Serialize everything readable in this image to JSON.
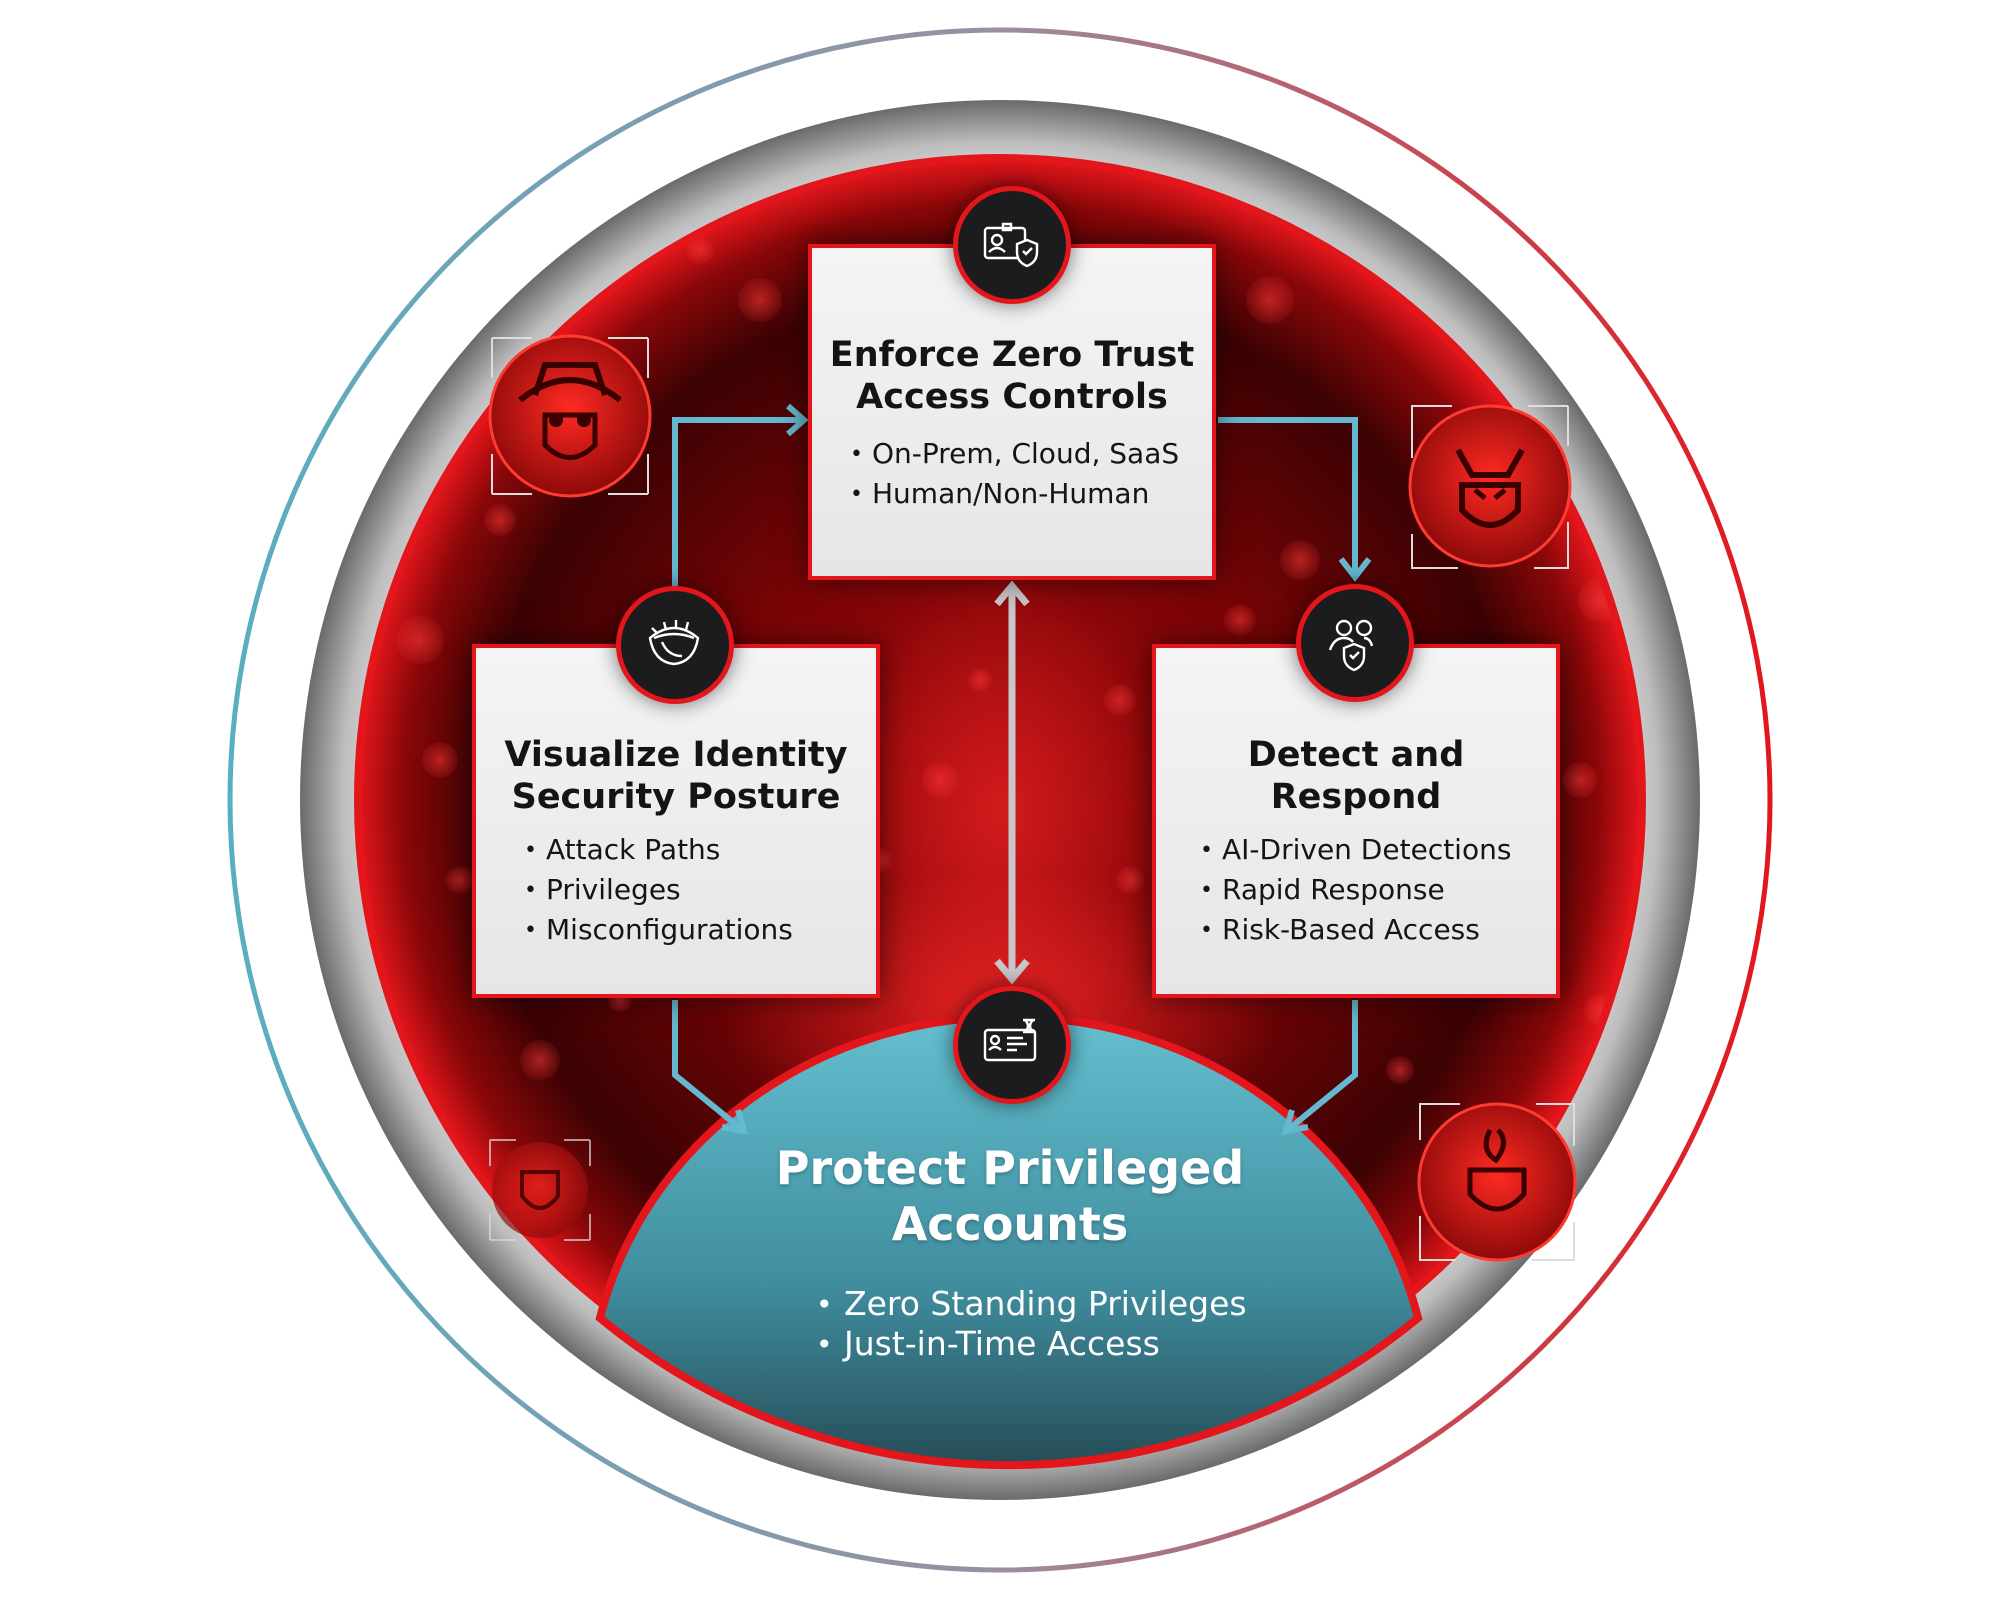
{
  "colors": {
    "accent_red": "#e3161b",
    "teal": "#5fb8c8",
    "dark_red": "#3a0303",
    "card_bg": "#ececed",
    "ring_teal": "#5aa9bf",
    "ring_red": "#e3161b"
  },
  "cards": {
    "top": {
      "title_lines": [
        "Enforce Zero Trust",
        "Access Controls"
      ],
      "items": [
        "On-Prem, Cloud, SaaS",
        "Human/Non-Human"
      ],
      "icon": "id-card-shield-icon"
    },
    "left": {
      "title_lines": [
        "Visualize Identity",
        "Security Posture"
      ],
      "items": [
        "Attack Paths",
        "Privileges",
        "Misconfigurations"
      ],
      "icon": "eye-scan-icon"
    },
    "right": {
      "title_lines": [
        "Detect and",
        "Respond"
      ],
      "items": [
        "AI-Driven Detections",
        "Rapid Response",
        "Risk-Based Access"
      ],
      "icon": "users-shield-icon"
    }
  },
  "center": {
    "title_lines": [
      "Protect Privileged",
      "Accounts"
    ],
    "items": [
      "Zero Standing Privileges",
      "Just-in-Time Access"
    ],
    "icon": "credential-timer-icon"
  },
  "decor": {
    "threat_icons": [
      "cowboy-adversary-icon",
      "demon-adversary-icon",
      "skull-adversary-icon",
      "flame-adversary-icon"
    ]
  }
}
